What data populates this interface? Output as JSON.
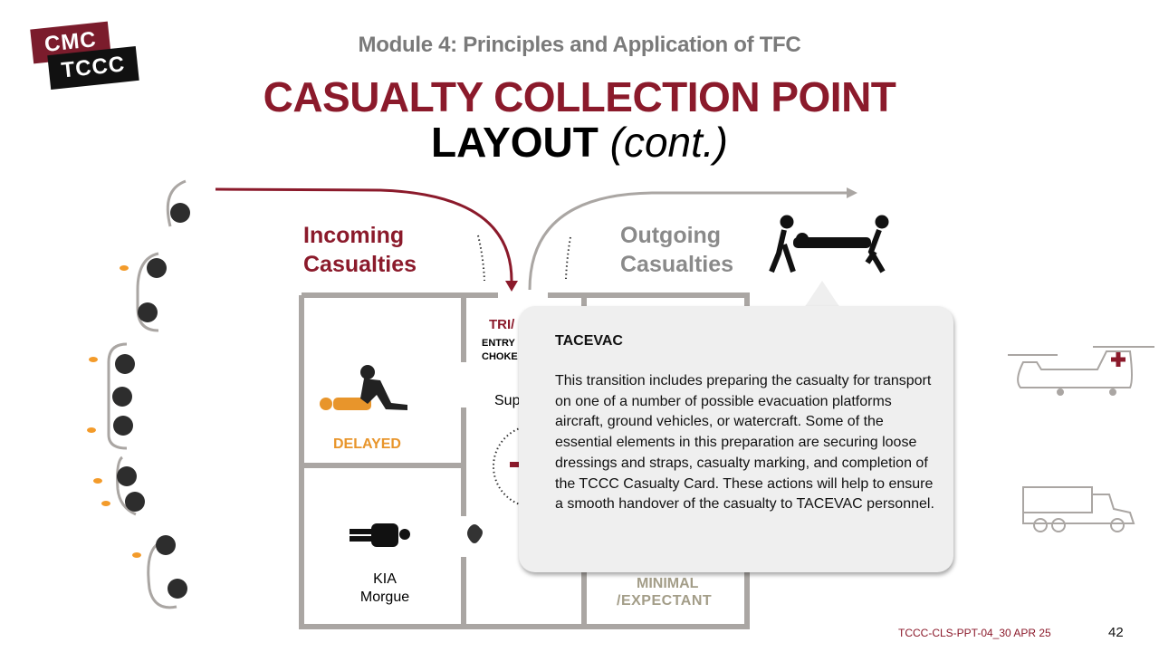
{
  "logo": {
    "line1": "CMC",
    "line2": "TCCC"
  },
  "header": {
    "module": "Module 4: Principles and Application of TFC",
    "title": "CASUALTY COLLECTION POINT",
    "subtitle_main": "LAYOUT",
    "subtitle_italic": "(cont.)"
  },
  "diagram": {
    "incoming": {
      "line1": "Incoming",
      "line2": "Casualties"
    },
    "outgoing": {
      "line1": "Outgoing",
      "line2": "Casualties"
    },
    "triage": "TRI/",
    "entry_line1": "ENTRY",
    "entry_line2": "CHOKE",
    "sup": "Sup",
    "delayed": "DELAYED",
    "kia_line1": "KIA",
    "kia_line2": "Morgue",
    "minimal": "MINIMAL",
    "expectant": "/EXPECTANT"
  },
  "tooltip": {
    "title": "TACEVAC",
    "body": "This transition includes preparing the casualty for transport on one of a number of possible evacuation platforms aircraft, ground vehicles, or watercraft. Some of the essential elements in this preparation are securing loose dressings and straps, casualty marking, and completion of the TCCC Casualty Card. These actions will help to ensure a smooth handover of the casualty to TACEVAC personnel."
  },
  "footer": {
    "doc_id": "TCCC-CLS-PPT-04_30 APR 25",
    "page": "42"
  },
  "colors": {
    "brand": "#8b1a2b",
    "gray": "#8a8a8a",
    "delayed": "#e8952b",
    "expectant": "#a39d88",
    "wall": "#aaa6a3"
  }
}
